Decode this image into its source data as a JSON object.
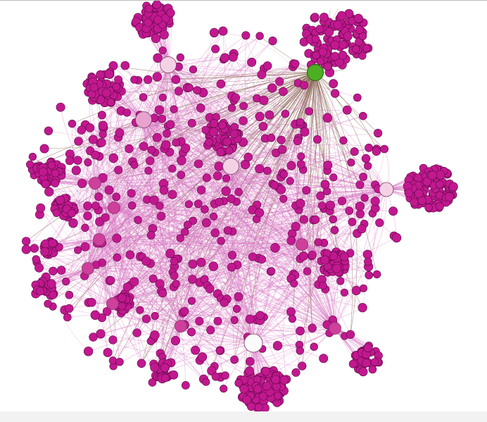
{
  "graph": {
    "background": "#ffffff",
    "bottom_bar_color": "#f2f2f2",
    "colors": {
      "node_fill": "#c2188f",
      "node_stroke": "#5a0b44",
      "edge": "#d66fc0",
      "highlight_node_fill": "#4caf22",
      "highlight_node_stroke": "#2e6b12",
      "highlight_edge": "#8b6a55",
      "hub_fill_pale": "#f3d2e6",
      "hub_fill_pink": "#e7a2cf",
      "hub_fill_white": "#fbfbfb",
      "hub_fill_magenta": "#cf3f9c",
      "hub_stroke": "#7a3a66"
    },
    "hubs": [
      {
        "id": "hub-top-left",
        "style": "pale",
        "cluster_size": 60
      },
      {
        "id": "hub-upper-left",
        "style": "pink",
        "cluster_size": 50
      },
      {
        "id": "hub-green",
        "style": "green",
        "cluster_size": 110
      },
      {
        "id": "hub-center",
        "style": "pale",
        "cluster_size": 45
      },
      {
        "id": "hub-right",
        "style": "pale",
        "cluster_size": 100
      },
      {
        "id": "hub-left-1",
        "style": "magenta",
        "cluster_size": 30
      },
      {
        "id": "hub-left-2",
        "style": "magenta",
        "cluster_size": 25
      },
      {
        "id": "hub-left-3",
        "style": "magenta",
        "cluster_size": 15
      },
      {
        "id": "hub-left-4",
        "style": "magenta",
        "cluster_size": 20
      },
      {
        "id": "hub-mid-right",
        "style": "magenta",
        "cluster_size": 35
      },
      {
        "id": "hub-lower-mid",
        "style": "magenta",
        "cluster_size": 20
      },
      {
        "id": "hub-lower-right",
        "style": "magenta",
        "cluster_size": 35
      },
      {
        "id": "hub-bottom",
        "style": "white",
        "cluster_size": 90
      },
      {
        "id": "hub-lower-left",
        "style": "magenta",
        "cluster_size": 30
      }
    ],
    "scattered_node_count": 480
  }
}
